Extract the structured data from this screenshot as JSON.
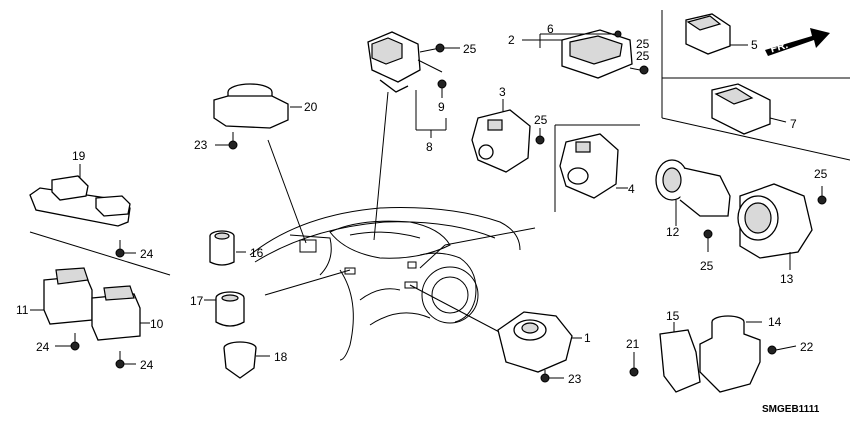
{
  "diagram": {
    "callouts": [
      "1",
      "2",
      "3",
      "4",
      "5",
      "6",
      "7",
      "8",
      "9",
      "10",
      "11",
      "12",
      "13",
      "14",
      "15",
      "16",
      "17",
      "18",
      "19",
      "20",
      "21",
      "22",
      "23",
      "23",
      "24",
      "24",
      "24",
      "25",
      "25",
      "25",
      "25",
      "25",
      "25"
    ],
    "direction_label": "FR.",
    "drawing_code": "SMGEB1111"
  }
}
